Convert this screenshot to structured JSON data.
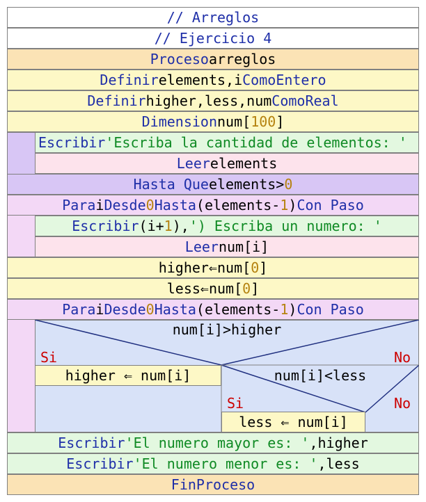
{
  "lines": {
    "comment1": "// Arreglos",
    "comment2": "// Ejercicio 4",
    "proceso_kw": "Proceso",
    "proceso_name": "arreglos",
    "def1_kw": "Definir",
    "def1_vars": "elements,i",
    "def1_como": "Como",
    "def1_type": "Entero",
    "def2_kw": "Definir",
    "def2_vars": "higher,less,num",
    "def2_como": "Como",
    "def2_type": "Real",
    "dim_kw": "Dimension",
    "dim_var": "num[",
    "dim_num": "100",
    "dim_close": "]",
    "esc1_kw": "Escribir",
    "esc1_str": "'Escriba la cantidad de elementos: '",
    "leer1_kw": "Leer",
    "leer1_var": "elements",
    "hasta_kw": "Hasta Que",
    "hasta_var": "elements>",
    "hasta_num": "0",
    "para1_kw1": "Para",
    "para1_var1": "i",
    "para1_kw2": "Desde",
    "para1_num1": "0",
    "para1_kw3": "Hasta",
    "para1_expr1": "(elements-",
    "para1_num2": "1",
    "para1_expr2": ")",
    "para1_kw4": "Con Paso",
    "esc2_kw": "Escribir",
    "esc2_expr1": "(i+",
    "esc2_num": "1",
    "esc2_expr2": "),",
    "esc2_str": "') Escriba un numero: '",
    "leer2_kw": "Leer",
    "leer2_var": "num[i]",
    "asig1_var": "higher",
    "asig1_arrow": "⇐",
    "asig1_rhs": "num[",
    "asig1_num": "0",
    "asig1_close": "]",
    "asig2_var": "less",
    "asig2_arrow": "⇐",
    "asig2_rhs": "num[",
    "asig2_num": "0",
    "asig2_close": "]",
    "para2_kw1": "Para",
    "para2_var1": "i",
    "para2_kw2": "Desde",
    "para2_num1": "0",
    "para2_kw3": "Hasta",
    "para2_expr1": "(elements-",
    "para2_num2": "1",
    "para2_expr2": ")",
    "para2_kw4": "Con Paso",
    "cond1": "num[i]>higher",
    "si1": "Si",
    "no1": "No",
    "asig3": "higher ⇐ num[i]",
    "cond2": "num[i]<less",
    "si2": "Si",
    "no2": "No",
    "asig4": "less ⇐ num[i]",
    "esc3_kw": "Escribir",
    "esc3_str": "'El numero mayor es: '",
    "esc3_var": ",higher",
    "esc4_kw": "Escribir",
    "esc4_str": "'El numero menor es: '",
    "esc4_var": ",less",
    "fin_kw": "FinProceso"
  },
  "colors": {
    "keyword": "#1f2fa8",
    "number": "#b5820f",
    "string": "#0f8a24",
    "si_no": "#cc0000",
    "proceso_bg": "#fbe3b5",
    "definir_bg": "#fdf8c6",
    "escribir_bg": "#e3f8e0",
    "leer_bg": "#fde3ec",
    "repetir_bg": "#d8c6f5",
    "para_bg": "#f3d8f6",
    "si_bg": "#d8e2f8"
  }
}
